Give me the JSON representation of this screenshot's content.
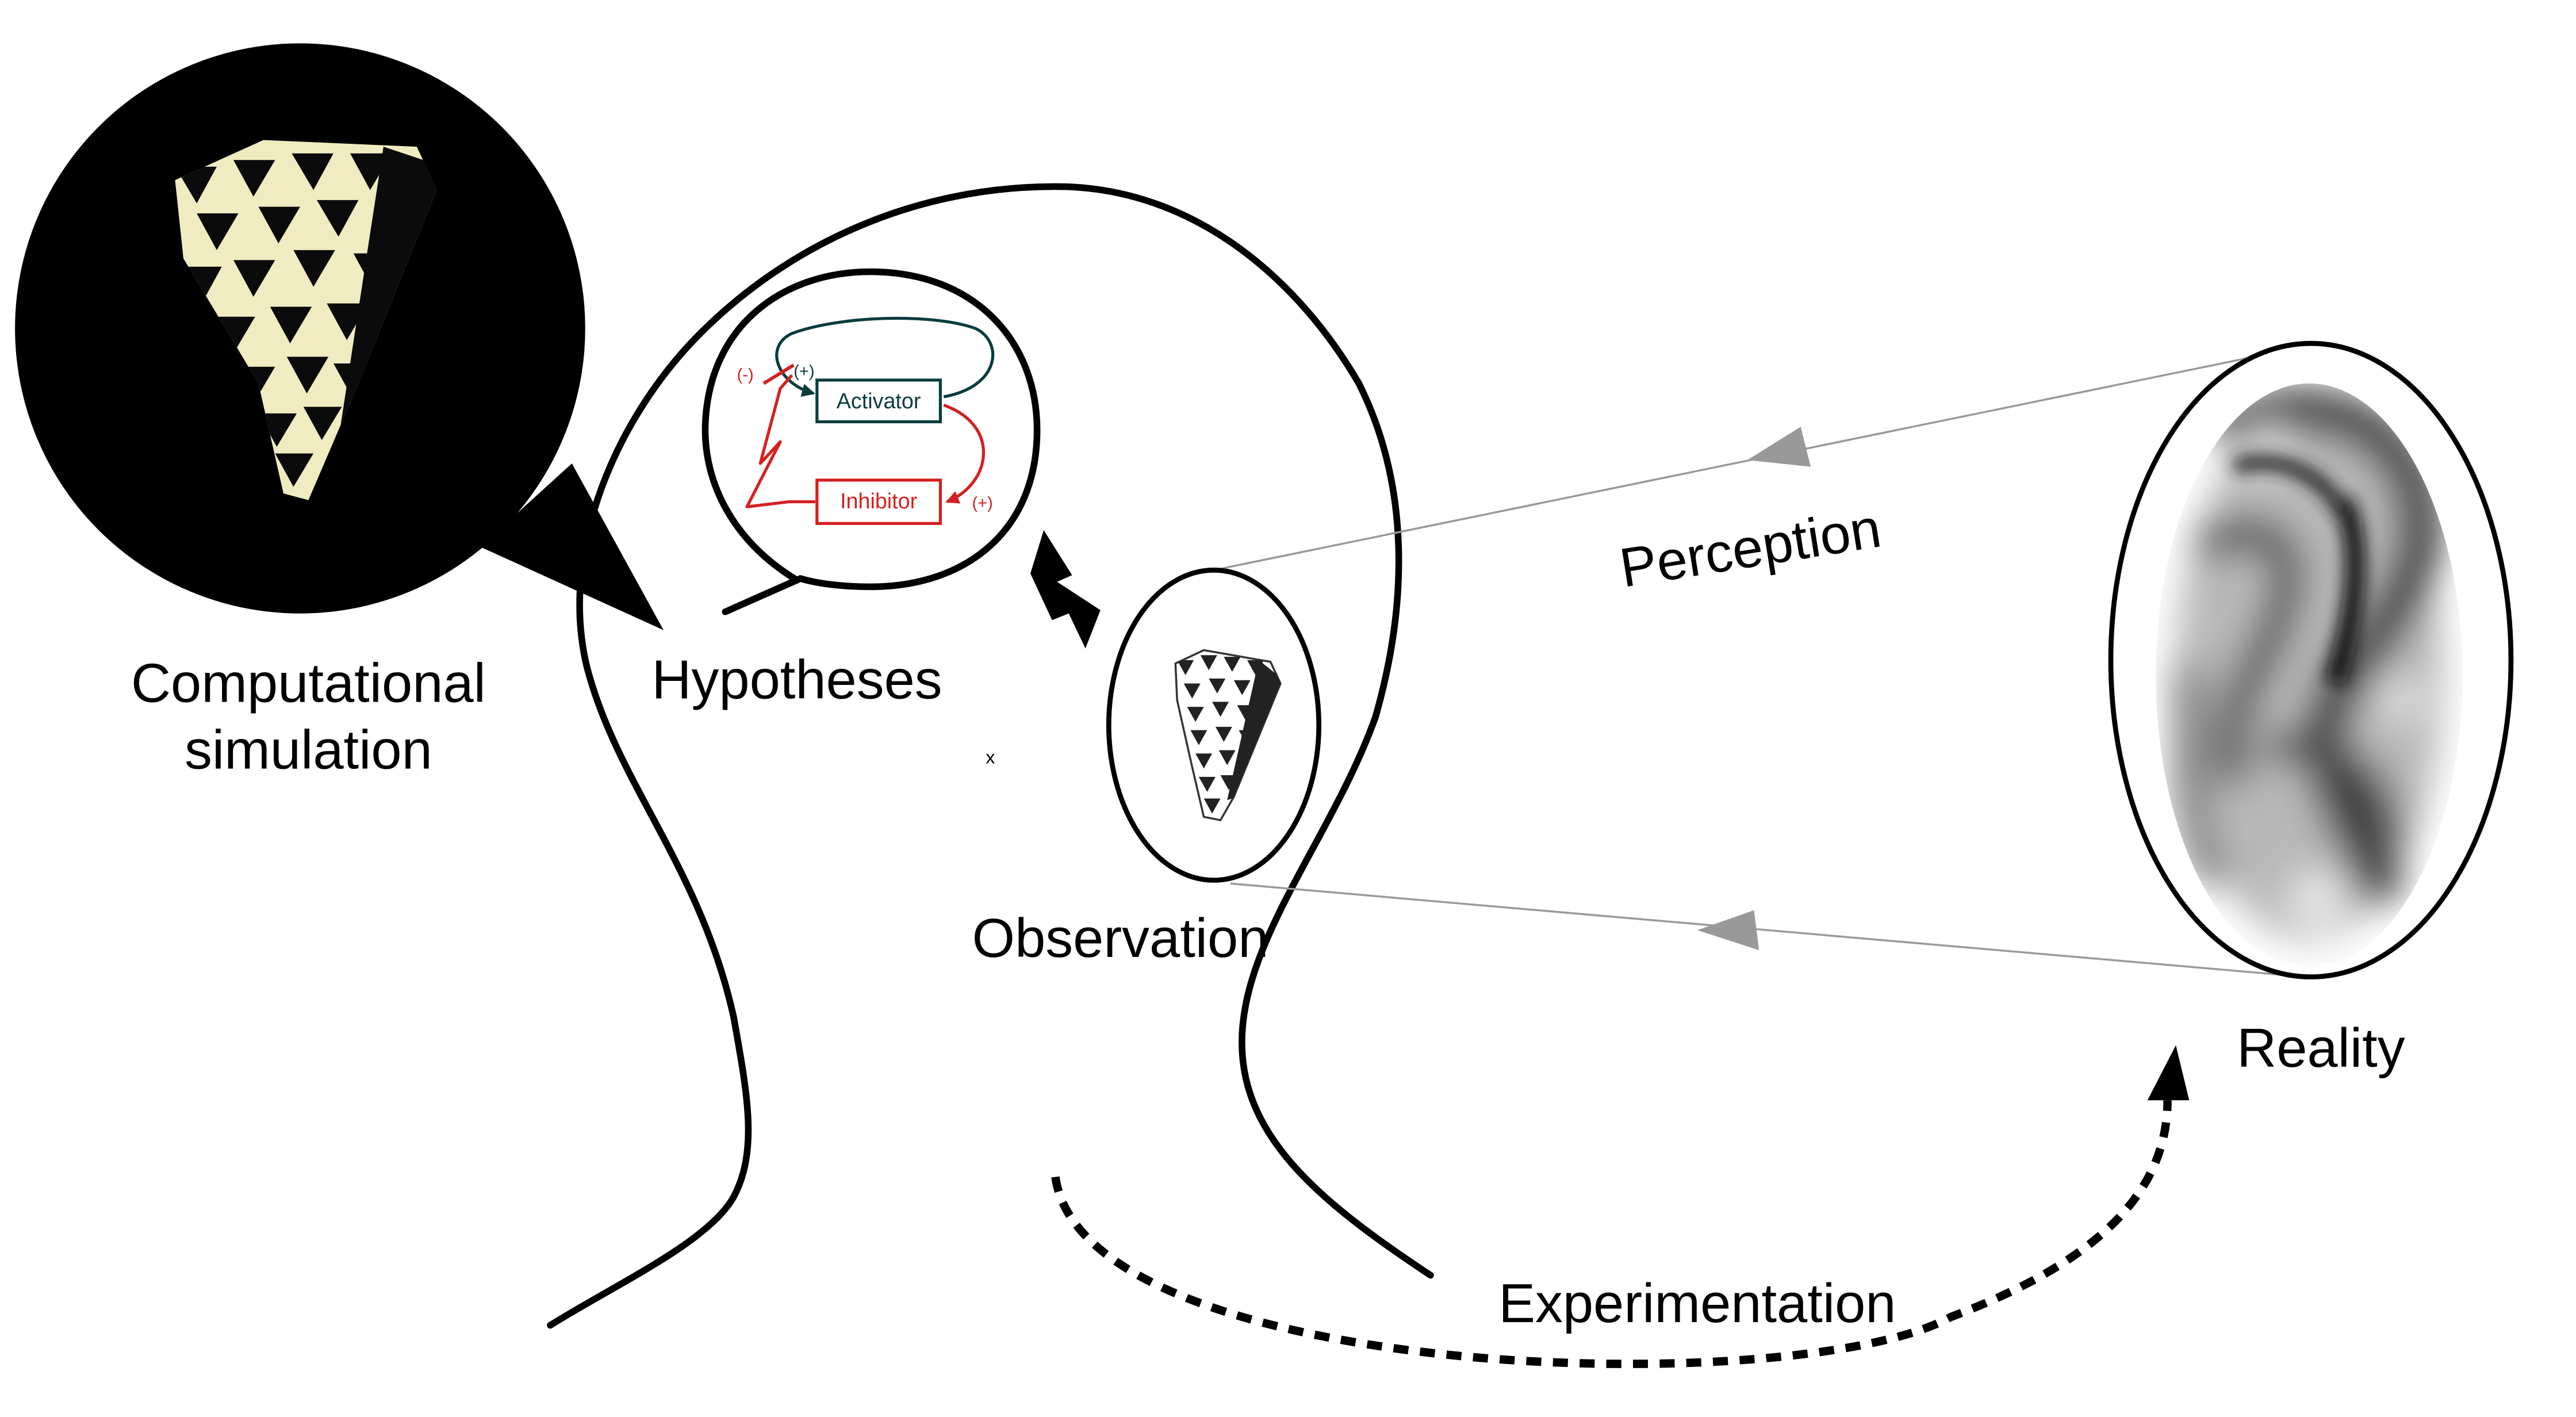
{
  "labels": {
    "computational_line1": "Computational",
    "computational_line2": "simulation",
    "hypotheses": "Hypotheses",
    "observation": "Observation",
    "perception": "Perception",
    "reality": "Reality",
    "experimentation": "Experimentation",
    "stray_mark": "x"
  },
  "gene_network": {
    "activator": "Activator",
    "inhibitor": "Inhibitor",
    "activation_self": "(+)",
    "inhibition": "(-)",
    "activation_cross": "(+)"
  },
  "colors": {
    "outline": "#000000",
    "activator_stroke": "#0a3d3d",
    "inhibitor_stroke": "#d42020",
    "perception_arrow": "#999999",
    "shell_cream": "#f1ebc2",
    "background": "#ffffff"
  },
  "icons": {
    "simulation_bubble": "simulated-cone-shell-image",
    "observation_image": "cone-shell-drawing",
    "reality_image": "blurred-shell-pattern",
    "conflict": "lightning-bolt-icon"
  }
}
